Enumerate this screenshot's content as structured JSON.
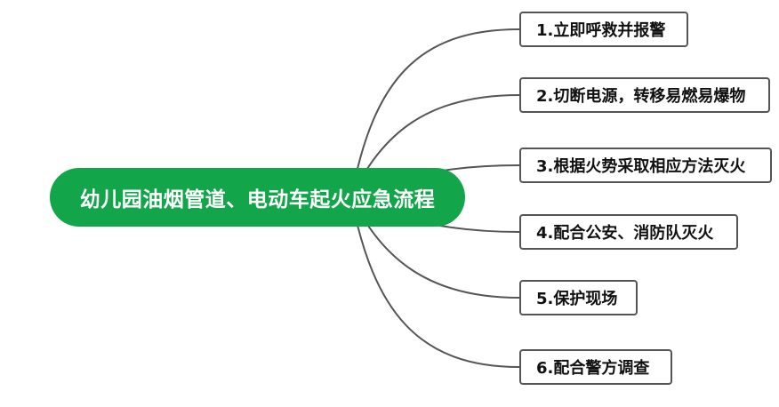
{
  "diagram": {
    "root": {
      "label": "幼儿园油烟管道、电动车起火应急流程"
    },
    "steps": [
      {
        "label": "1.立即呼救并报警"
      },
      {
        "label": "2.切断电源，转移易燃易爆物"
      },
      {
        "label": "3.根据火势采取相应方法灭火"
      },
      {
        "label": "4.配合公安、消防队灭火"
      },
      {
        "label": "5.保护现场"
      },
      {
        "label": "6.配合警方调查"
      }
    ],
    "colors": {
      "root_fill": "#13a54a",
      "root_text": "#ffffff",
      "connector": "#555555",
      "step_border": "#555555",
      "step_text": "#111111"
    }
  }
}
